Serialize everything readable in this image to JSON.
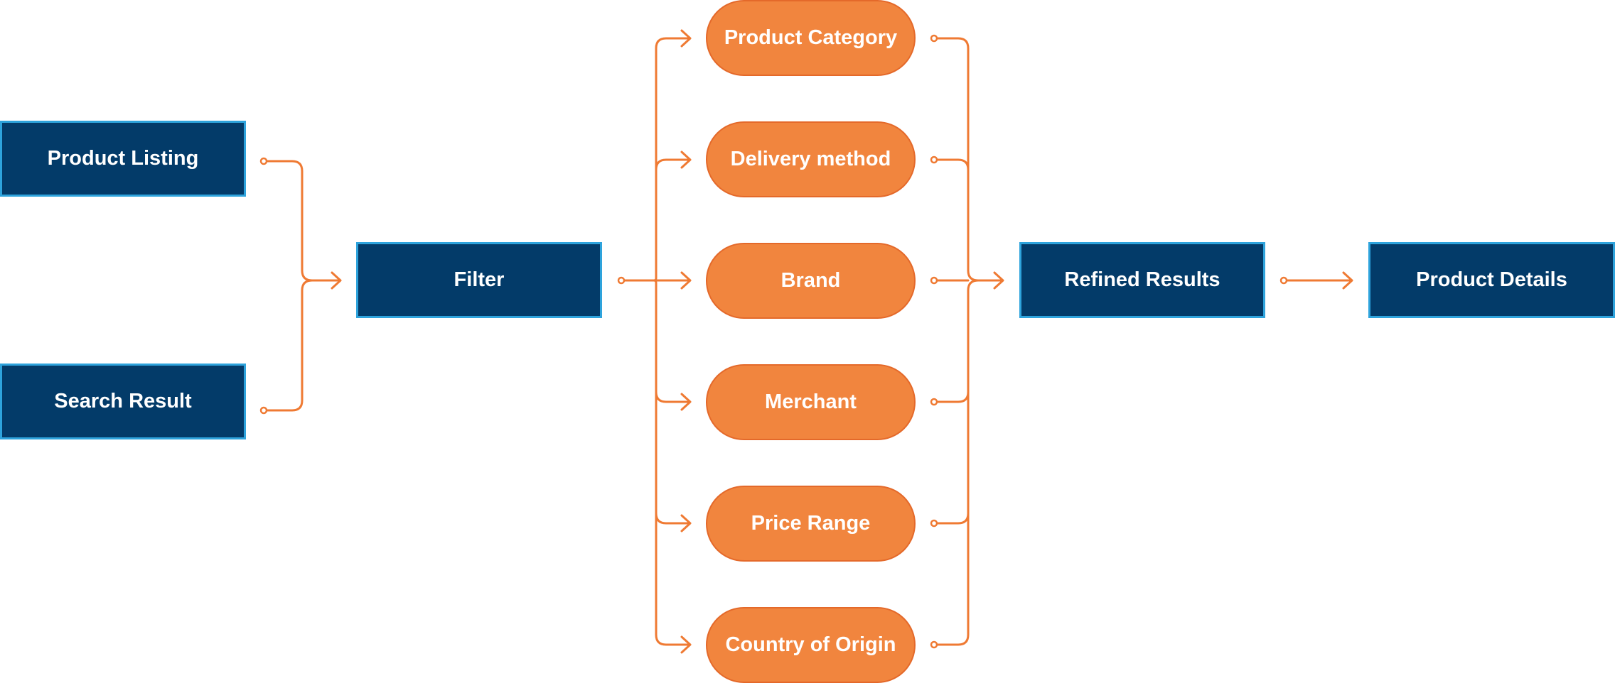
{
  "colors": {
    "primary_box": "#033b69",
    "primary_border": "#2ea3dc",
    "filter_pill": "#f1853e",
    "filter_pill_border": "#e4692a",
    "connector": "#ef7a33",
    "text": "#ffffff"
  },
  "nodes": {
    "product_listing": "Product Listing",
    "search_result": "Search Result",
    "filter": "Filter",
    "refined_results": "Refined Results",
    "product_details": "Product Details"
  },
  "filters": [
    "Product Category",
    "Delivery method",
    "Brand",
    "Merchant",
    "Price Range",
    "Country of Origin"
  ]
}
